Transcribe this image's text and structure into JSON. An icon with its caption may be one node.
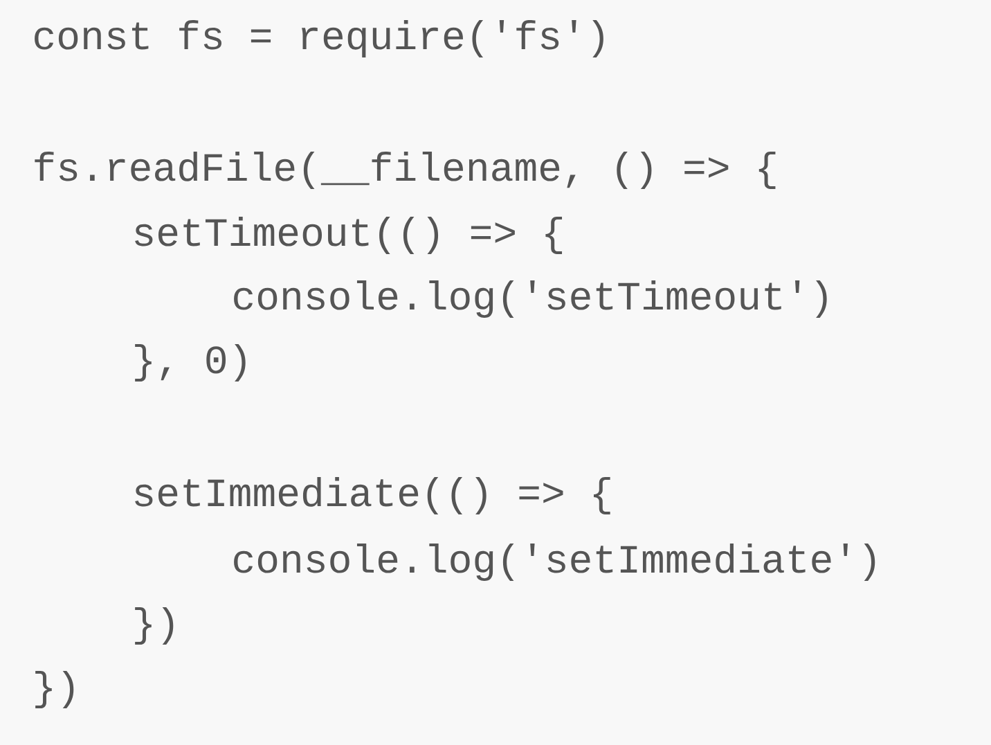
{
  "diagram": {
    "labels": [
      "const fs = require('fs')",
      "fs.readFile(__filename, () => {",
      "setTimeout(() => {",
      "console.log('setTimeout')",
      "}, 0)",
      "setImmediate(() => {",
      "console.log('setImmediate')",
      "})",
      "})"
    ]
  }
}
